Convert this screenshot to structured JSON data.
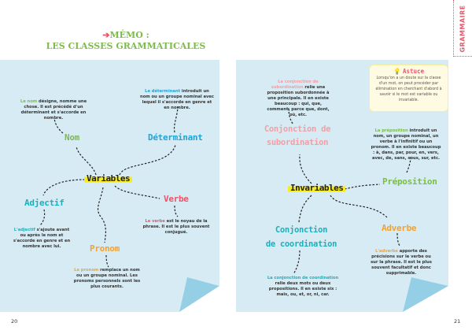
{
  "header": {
    "title_line1": "MÉMO :",
    "title_line2": "LES CLASSES GRAMMATICALES",
    "side_tab": "GRAMMAIRE"
  },
  "colors": {
    "green": "#7dbb4a",
    "red": "#e9556a",
    "blue": "#1ea4d6",
    "teal": "#1ab1bd",
    "orange": "#f1a236",
    "panel": "#d6ebf4"
  },
  "left": {
    "hub": "Variables",
    "nom": {
      "label": "Nom",
      "hl": "Le nom",
      "desc": "désigne, nomme une chose. Il est précédé d'un déterminant et s'accorde en nombre."
    },
    "determinant": {
      "label": "Déterminant",
      "hl": "Le déterminant",
      "desc": "introduit un nom ou un groupe nominal avec lequel il s'accorde en genre et en nombre."
    },
    "adjectif": {
      "label": "Adjectif",
      "hl": "L'adjectif",
      "desc": "s'ajoute avant ou après le nom et s'accorde en genre et en nombre avec lui."
    },
    "verbe": {
      "label": "Verbe",
      "hl": "Le verbe",
      "desc": "est le noyau de la phrase. Il est le plus souvent conjugué."
    },
    "pronom": {
      "label": "Pronom",
      "hl": "Le pronom",
      "desc": "remplace un nom ou un groupe nominal. Les pronoms personnels sont les plus courants."
    },
    "page_number": "20"
  },
  "right": {
    "hub": "Invariables",
    "conj_sub": {
      "label_1": "Conjonction de",
      "label_2": "subordination",
      "hl": "La conjonction de subordination",
      "desc": "relie une proposition subordonnée à une principale. Il en existe beaucoup : qui, que, comment, parce que, dont, où, etc."
    },
    "astuce": {
      "title": "Astuce",
      "text": "Lorsqu'on a un doute sur la classe d'un mot, on peut procéder par élimination en cherchant d'abord à savoir si le mot est variable ou invariable."
    },
    "preposition": {
      "label": "Préposition",
      "hl": "La préposition",
      "desc": "introduit un nom, un groupe nominal, un verbe à l'infinitif ou un pronom. Il en existe beaucoup : à, dans, par, pour, en, vers, avec, de, sans, sous, sur, etc."
    },
    "conj_coord": {
      "label_1": "Conjonction",
      "label_2": "de coordination",
      "hl": "La conjonction de coordination",
      "desc": "relie deux mots ou deux propositions. Il en existe six : mais, ou, et, or, ni, car."
    },
    "adverbe": {
      "label": "Adverbe",
      "hl": "L'adverbe",
      "desc": "apporte des précisions sur le verbe ou sur la phrase. Il est le plus souvent facultatif et donc supprimable."
    },
    "page_number": "21"
  }
}
